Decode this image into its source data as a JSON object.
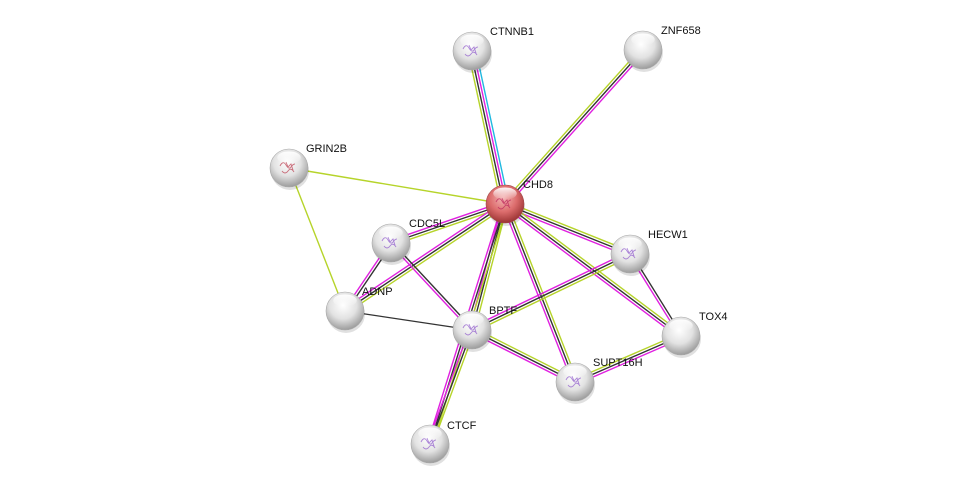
{
  "diagram": {
    "type": "protein-interaction-network",
    "query_node": "CHD8",
    "colors": {
      "query_node": "#e06a6a",
      "node": "#e4e4e4",
      "edge_textmining": "#b6d42a",
      "edge_coexpression": "#333333",
      "edge_experiments": "#e020e0",
      "edge_database": "#20b8e0"
    },
    "nodes": [
      {
        "id": "CHD8",
        "label": "CHD8",
        "query": true,
        "structure": true
      },
      {
        "id": "CTNNB1",
        "label": "CTNNB1",
        "structure": true
      },
      {
        "id": "ZNF658",
        "label": "ZNF658",
        "structure": false
      },
      {
        "id": "GRIN2B",
        "label": "GRIN2B",
        "structure": true
      },
      {
        "id": "CDC5L",
        "label": "CDC5L",
        "structure": true
      },
      {
        "id": "ADNP",
        "label": "ADNP",
        "structure": false
      },
      {
        "id": "HECW1",
        "label": "HECW1",
        "structure": true
      },
      {
        "id": "BPTF",
        "label": "BPTF",
        "structure": true
      },
      {
        "id": "TOX4",
        "label": "TOX4",
        "structure": false
      },
      {
        "id": "SUPT16H",
        "label": "SUPT16H",
        "structure": true
      },
      {
        "id": "CTCF",
        "label": "CTCF",
        "structure": true
      }
    ],
    "edges": [
      {
        "source": "CHD8",
        "target": "CTNNB1",
        "evidence": [
          "textmining",
          "coexpression",
          "experiments",
          "database"
        ]
      },
      {
        "source": "CHD8",
        "target": "ZNF658",
        "evidence": [
          "textmining",
          "coexpression",
          "experiments"
        ]
      },
      {
        "source": "CHD8",
        "target": "GRIN2B",
        "evidence": [
          "textmining"
        ]
      },
      {
        "source": "CHD8",
        "target": "CDC5L",
        "evidence": [
          "textmining",
          "coexpression",
          "experiments"
        ]
      },
      {
        "source": "CHD8",
        "target": "ADNP",
        "evidence": [
          "textmining",
          "coexpression",
          "experiments"
        ]
      },
      {
        "source": "CHD8",
        "target": "HECW1",
        "evidence": [
          "textmining",
          "coexpression",
          "experiments"
        ]
      },
      {
        "source": "CHD8",
        "target": "BPTF",
        "evidence": [
          "textmining",
          "coexpression",
          "experiments"
        ]
      },
      {
        "source": "CHD8",
        "target": "TOX4",
        "evidence": [
          "textmining",
          "coexpression",
          "experiments"
        ]
      },
      {
        "source": "CHD8",
        "target": "SUPT16H",
        "evidence": [
          "textmining",
          "coexpression",
          "experiments"
        ]
      },
      {
        "source": "CHD8",
        "target": "CTCF",
        "evidence": [
          "textmining",
          "coexpression",
          "experiments"
        ]
      },
      {
        "source": "GRIN2B",
        "target": "ADNP",
        "evidence": [
          "textmining"
        ]
      },
      {
        "source": "CDC5L",
        "target": "ADNP",
        "evidence": [
          "coexpression",
          "experiments"
        ]
      },
      {
        "source": "CDC5L",
        "target": "BPTF",
        "evidence": [
          "coexpression",
          "experiments"
        ]
      },
      {
        "source": "ADNP",
        "target": "BPTF",
        "evidence": [
          "coexpression"
        ]
      },
      {
        "source": "HECW1",
        "target": "BPTF",
        "evidence": [
          "textmining",
          "coexpression",
          "experiments"
        ]
      },
      {
        "source": "HECW1",
        "target": "TOX4",
        "evidence": [
          "coexpression",
          "experiments"
        ]
      },
      {
        "source": "BPTF",
        "target": "SUPT16H",
        "evidence": [
          "textmining",
          "coexpression",
          "experiments"
        ]
      },
      {
        "source": "BPTF",
        "target": "CTCF",
        "evidence": [
          "textmining",
          "coexpression",
          "experiments"
        ]
      },
      {
        "source": "SUPT16H",
        "target": "TOX4",
        "evidence": [
          "textmining",
          "coexpression",
          "experiments"
        ]
      }
    ]
  }
}
